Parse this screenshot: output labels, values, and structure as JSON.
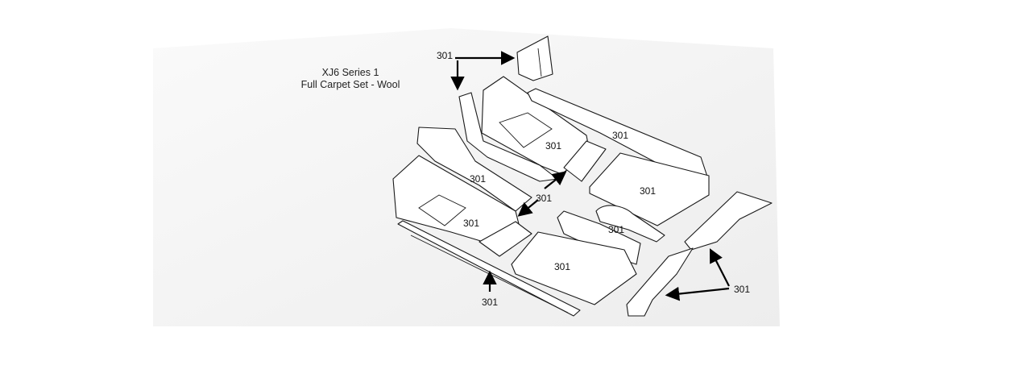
{
  "title": {
    "line1": "XJ6 Series 1",
    "line2": "Full Carpet Set - Wool"
  },
  "part_number": "301",
  "colors": {
    "line": "#1a1a1a",
    "backdrop": "#f4f4f4",
    "background": "#ffffff"
  }
}
